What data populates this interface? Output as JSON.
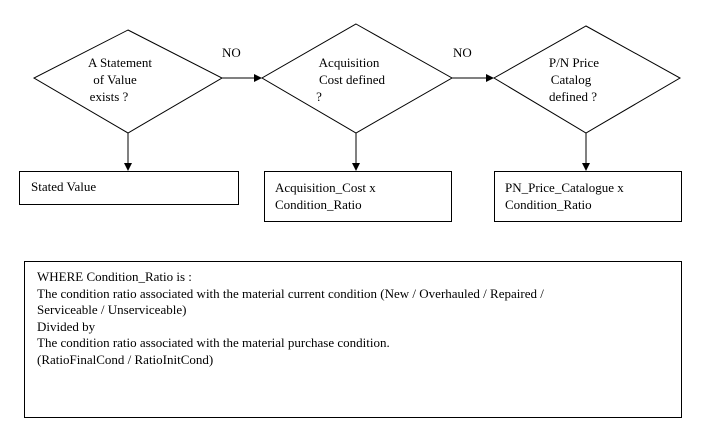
{
  "decisions": [
    {
      "lines": [
        "A Statement",
        "of Value",
        "exists ?"
      ]
    },
    {
      "lines": [
        "Acquisition",
        "Cost defined",
        "?"
      ]
    },
    {
      "lines": [
        "P/N Price",
        "Catalog",
        "defined ?"
      ]
    }
  ],
  "no_labels": [
    "NO",
    "NO"
  ],
  "results": [
    {
      "lines": [
        "Stated Value"
      ]
    },
    {
      "lines": [
        "Acquisition_Cost x",
        "Condition_Ratio"
      ]
    },
    {
      "lines": [
        "PN_Price_Catalogue x",
        "Condition_Ratio"
      ]
    }
  ],
  "note": {
    "lines": [
      "WHERE Condition_Ratio is :",
      "The condition ratio associated with the material current condition (New / Overhauled / Repaired /",
      "Serviceable / Unserviceable)",
      "Divided by",
      "The condition ratio associated with the material purchase condition.",
      "(RatioFinalCond / RatioInitCond)"
    ]
  }
}
